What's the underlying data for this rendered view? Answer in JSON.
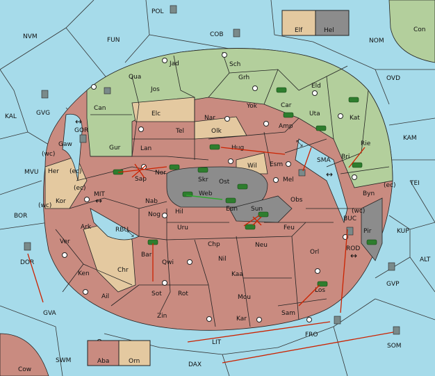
{
  "colors": {
    "sea": "#a6dbea",
    "land_green": "#b3cf9c",
    "land_tan": "#e4c9a0",
    "land_red": "#c98b80",
    "land_gray": "#8c8c8c",
    "army_green": "#2e7d2e",
    "move_red": "#cc2200",
    "move_green": "#2eaa2e"
  },
  "sea_labels": [
    "POL",
    "NVM",
    "FUN",
    "COB",
    "NOM",
    "KAL",
    "GVG",
    "OVD",
    "KAM",
    "MVU",
    "TEI",
    "BOR",
    "MIT",
    "RBU",
    "BUC",
    "KUP",
    "ALT",
    "GVP",
    "DOR",
    "GVA",
    "FRO",
    "SOM",
    "LIT",
    "SWM",
    "DAX",
    "Cow",
    "Con",
    "GOR",
    "SMA",
    "ROD",
    "Gaw",
    "Pir"
  ],
  "legend": [
    "Elf",
    "Hel",
    "Aba",
    "Orn"
  ],
  "territory_labels": [
    "Jad",
    "Sch",
    "Qua",
    "Jos",
    "Grh",
    "Eld",
    "Can",
    "Elc",
    "Nar",
    "Yok",
    "Car",
    "Uta",
    "Kat",
    "Gur",
    "Tel",
    "Olk",
    "Amp",
    "Lan",
    "Hug",
    "Esm",
    "Rie",
    "Bri",
    "Her",
    "Sap",
    "Nor",
    "Skr",
    "Wil",
    "Ost",
    "Mel",
    "Web",
    "Byn",
    "Kor",
    "Nab",
    "Hil",
    "Eun",
    "Sun",
    "Obs",
    "Ark",
    "Nog",
    "Uru",
    "Feu",
    "Ver",
    "Chp",
    "Neu",
    "Bar",
    "Qwi",
    "Nil",
    "Orl",
    "Ken",
    "Chr",
    "Kaa",
    "Sot",
    "Rot",
    "Mou",
    "Los",
    "Ail",
    "Zin",
    "Kar",
    "Sam"
  ],
  "coast_markers": [
    "(wc)",
    "(ec)",
    "(ec)",
    "(wc)",
    "(wc)",
    "(ec)"
  ]
}
